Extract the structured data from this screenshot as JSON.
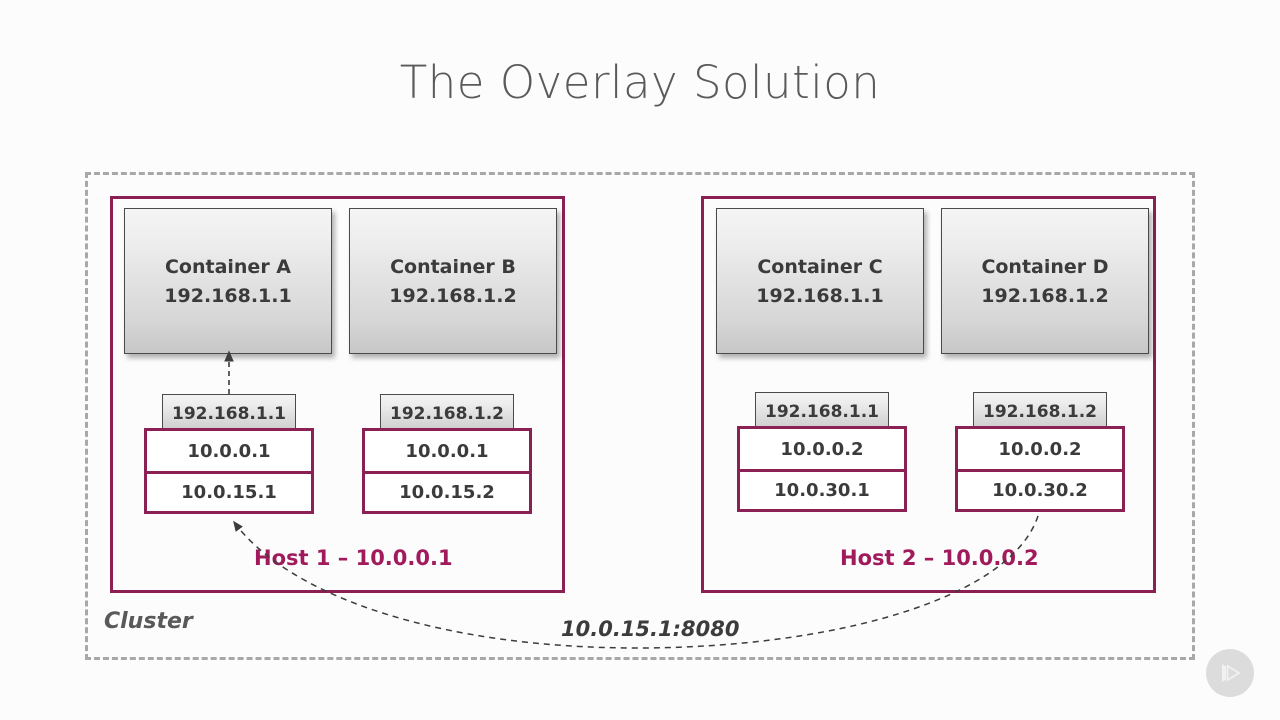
{
  "slide": {
    "title": "The Overlay Solution",
    "cluster_label": "Cluster",
    "flow_label": "10.0.15.1:8080",
    "accent_color": "#8b2055",
    "host_label_color": "#a01a5c",
    "cluster_border_color": "#a8a8a8",
    "title_color": "#5a5a5a",
    "background_color": "#fcfcfc"
  },
  "hosts": [
    {
      "id": "host-1",
      "label": "Host 1 – 10.0.0.1",
      "containers": [
        {
          "name": "Container A",
          "ip": "192.168.1.1"
        },
        {
          "name": "Container B",
          "ip": "192.168.1.2"
        }
      ],
      "interfaces": [
        {
          "overlay_ip": "192.168.1.1",
          "host_ip": "10.0.0.1",
          "vtep_ip": "10.0.15.1"
        },
        {
          "overlay_ip": "192.168.1.2",
          "host_ip": "10.0.0.1",
          "vtep_ip": "10.0.15.2"
        }
      ]
    },
    {
      "id": "host-2",
      "label": "Host 2 – 10.0.0.2",
      "containers": [
        {
          "name": "Container C",
          "ip": "192.168.1.1"
        },
        {
          "name": "Container D",
          "ip": "192.168.1.2"
        }
      ],
      "interfaces": [
        {
          "overlay_ip": "192.168.1.1",
          "host_ip": "10.0.0.2",
          "vtep_ip": "10.0.30.1"
        },
        {
          "overlay_ip": "192.168.1.2",
          "host_ip": "10.0.0.2",
          "vtep_ip": "10.0.30.2"
        }
      ]
    }
  ],
  "watermark": {
    "icon": "play-triangle-logo-icon"
  }
}
